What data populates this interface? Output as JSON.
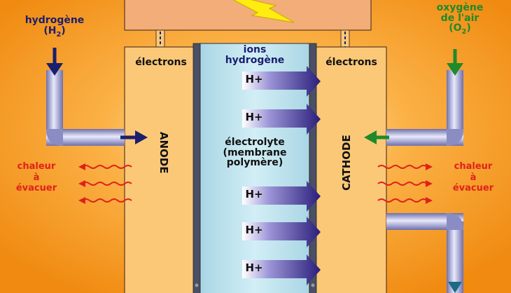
{
  "left_text": {
    "hydrogen_input": "hydrogène",
    "hydrogen_formula_open": "(H",
    "hydrogen_formula_sub": "2",
    "hydrogen_formula_close": ")",
    "electrons": "électrons",
    "anode": "ANODE",
    "heat_line1": "chaleur",
    "heat_line2": "à",
    "heat_line3": "évacuer"
  },
  "center_text": {
    "ions_line1": "ions",
    "ions_line2": "hydrogène",
    "proton": "H+",
    "electrolyte_line1": "électrolyte",
    "electrolyte_line2": "(membrane",
    "electrolyte_line3": "polymère)"
  },
  "right_text": {
    "oxygen_line1": "oxygène",
    "oxygen_line2": "de l'air",
    "oxygen_formula_open": "(O",
    "oxygen_formula_sub": "2",
    "oxygen_formula_close": ")",
    "electrons": "électrons",
    "cathode": "CATHODE",
    "heat_line1": "chaleur",
    "heat_line2": "à",
    "heat_line3": "évacuer"
  },
  "colors": {
    "background": "#f5901e",
    "cell_body": "#fbc878",
    "membrane": "#bfe3ee",
    "electron_arrow": "#1a1f6e",
    "oxygen_arrow": "#1f8a2a",
    "heat": "#e0211b",
    "pipe": "#b7b9dd"
  }
}
